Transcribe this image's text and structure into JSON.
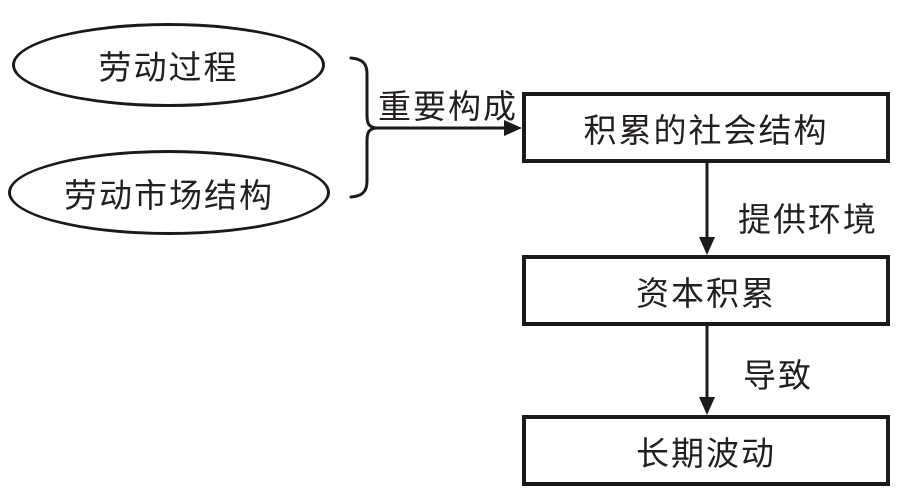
{
  "diagram": {
    "ellipses": [
      {
        "label": "劳动过程"
      },
      {
        "label": "劳动市场结构"
      }
    ],
    "boxes": [
      {
        "label": "积累的社会结构"
      },
      {
        "label": "资本积累"
      },
      {
        "label": "长期波动"
      }
    ],
    "edges": [
      {
        "label": "重要构成"
      },
      {
        "label": "提供环境"
      },
      {
        "label": "导致"
      }
    ],
    "icons": {
      "bracket": "curly-brace-bracket",
      "arrow_right": "right-arrow",
      "arrow_down_first": "down-arrow",
      "arrow_down_second": "down-arrow"
    },
    "colors": {
      "stroke": "#1a1a1a",
      "background": "#ffffff",
      "text": "#231f20"
    }
  }
}
